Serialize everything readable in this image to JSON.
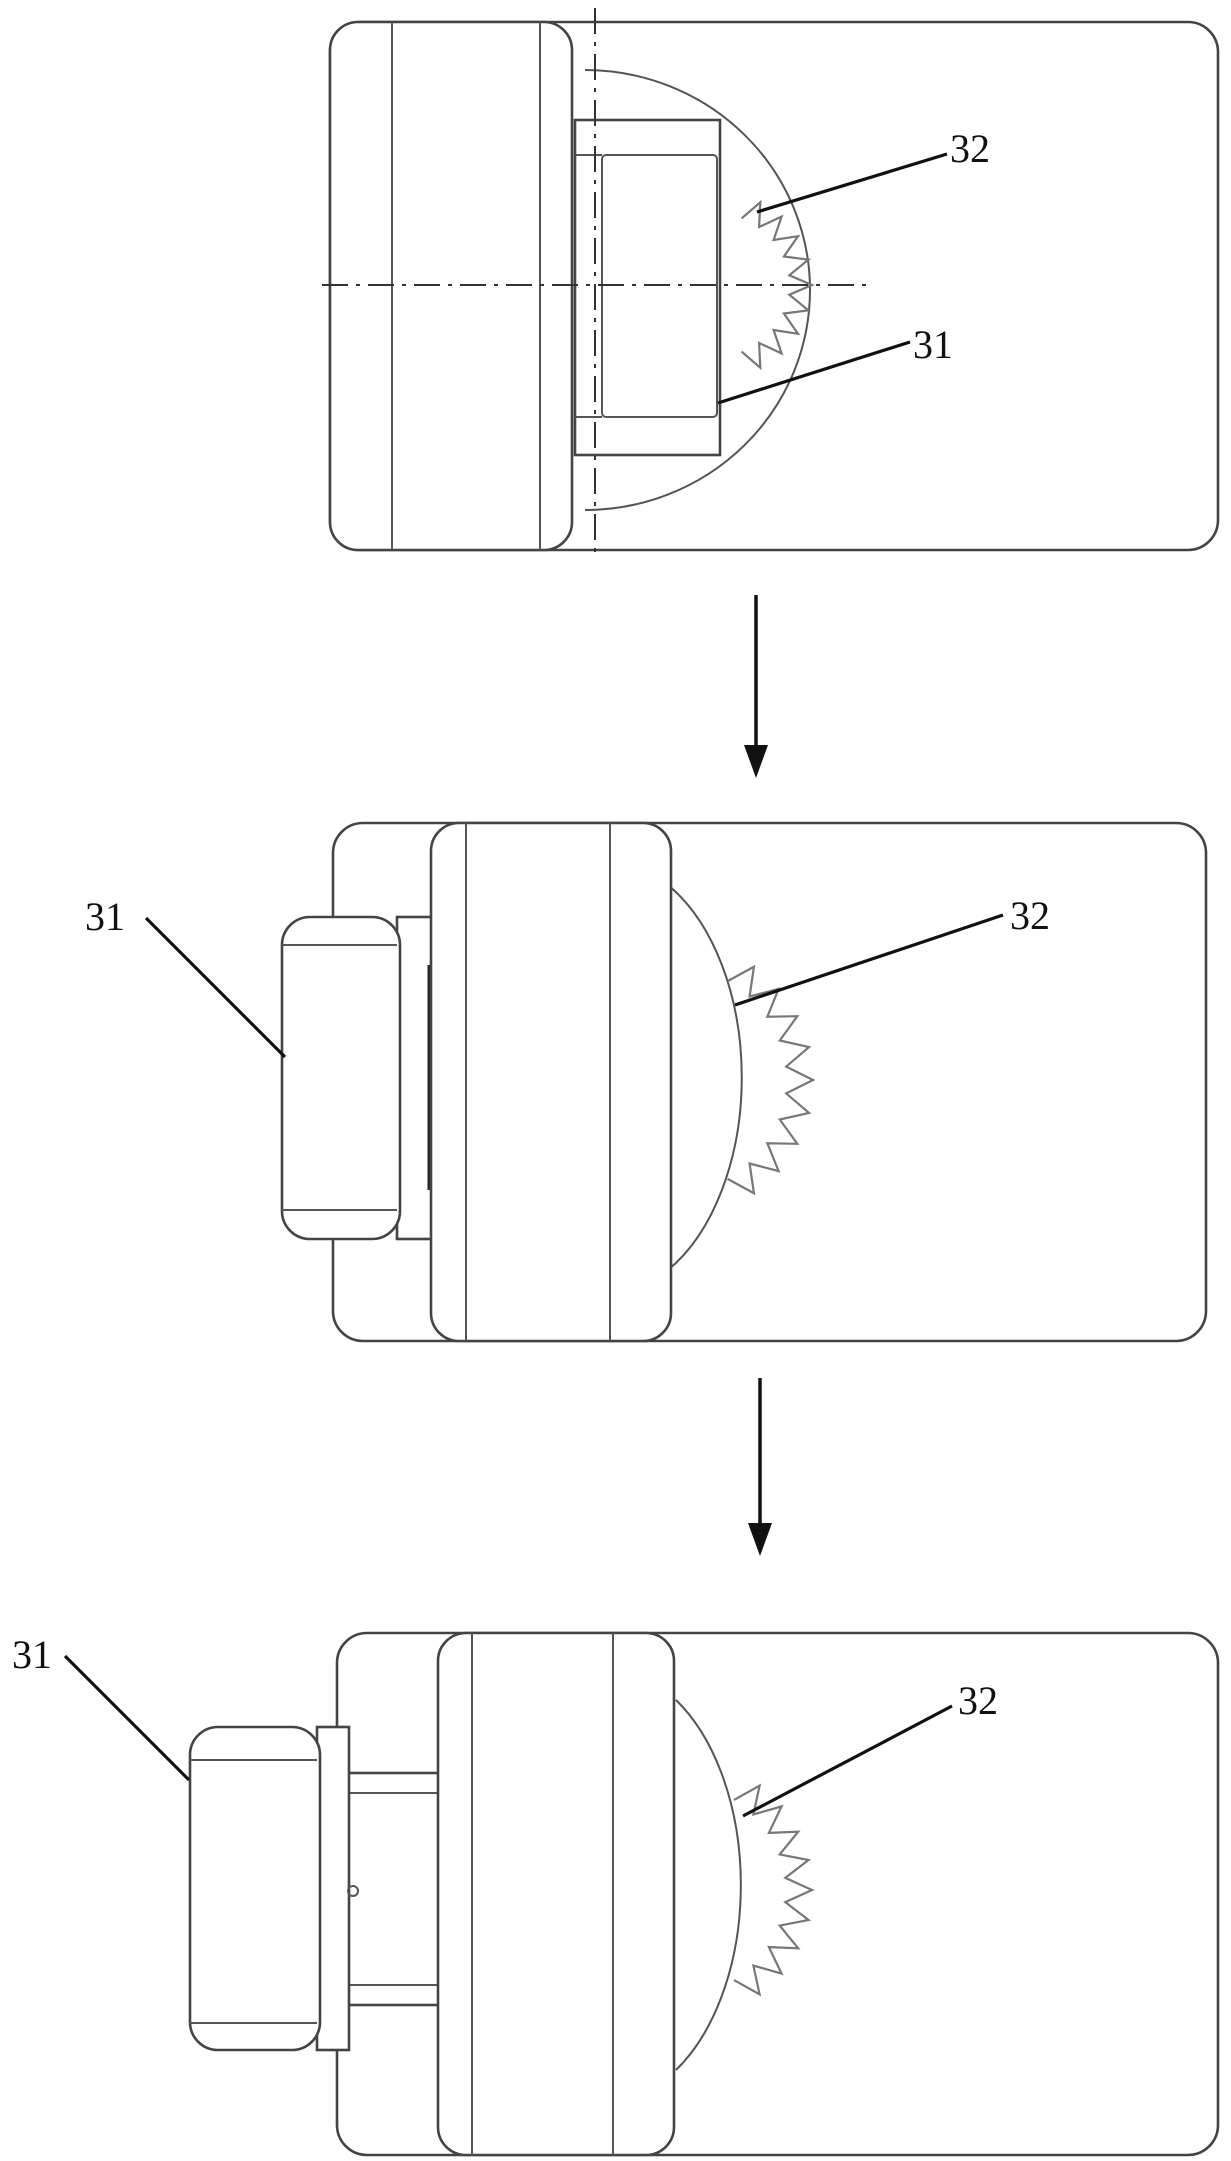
{
  "figure": {
    "stages": [
      {
        "labels": [
          {
            "ref": "32",
            "text": "32"
          },
          {
            "ref": "31",
            "text": "31"
          }
        ]
      },
      {
        "labels": [
          {
            "ref": "31",
            "text": "31"
          },
          {
            "ref": "32",
            "text": "32"
          }
        ]
      },
      {
        "labels": [
          {
            "ref": "31",
            "text": "31"
          },
          {
            "ref": "32",
            "text": "32"
          }
        ]
      }
    ],
    "transitions": [
      "arrow-down",
      "arrow-down"
    ],
    "colors": {
      "line": "#444444",
      "text": "#111111",
      "background": "#ffffff"
    }
  }
}
